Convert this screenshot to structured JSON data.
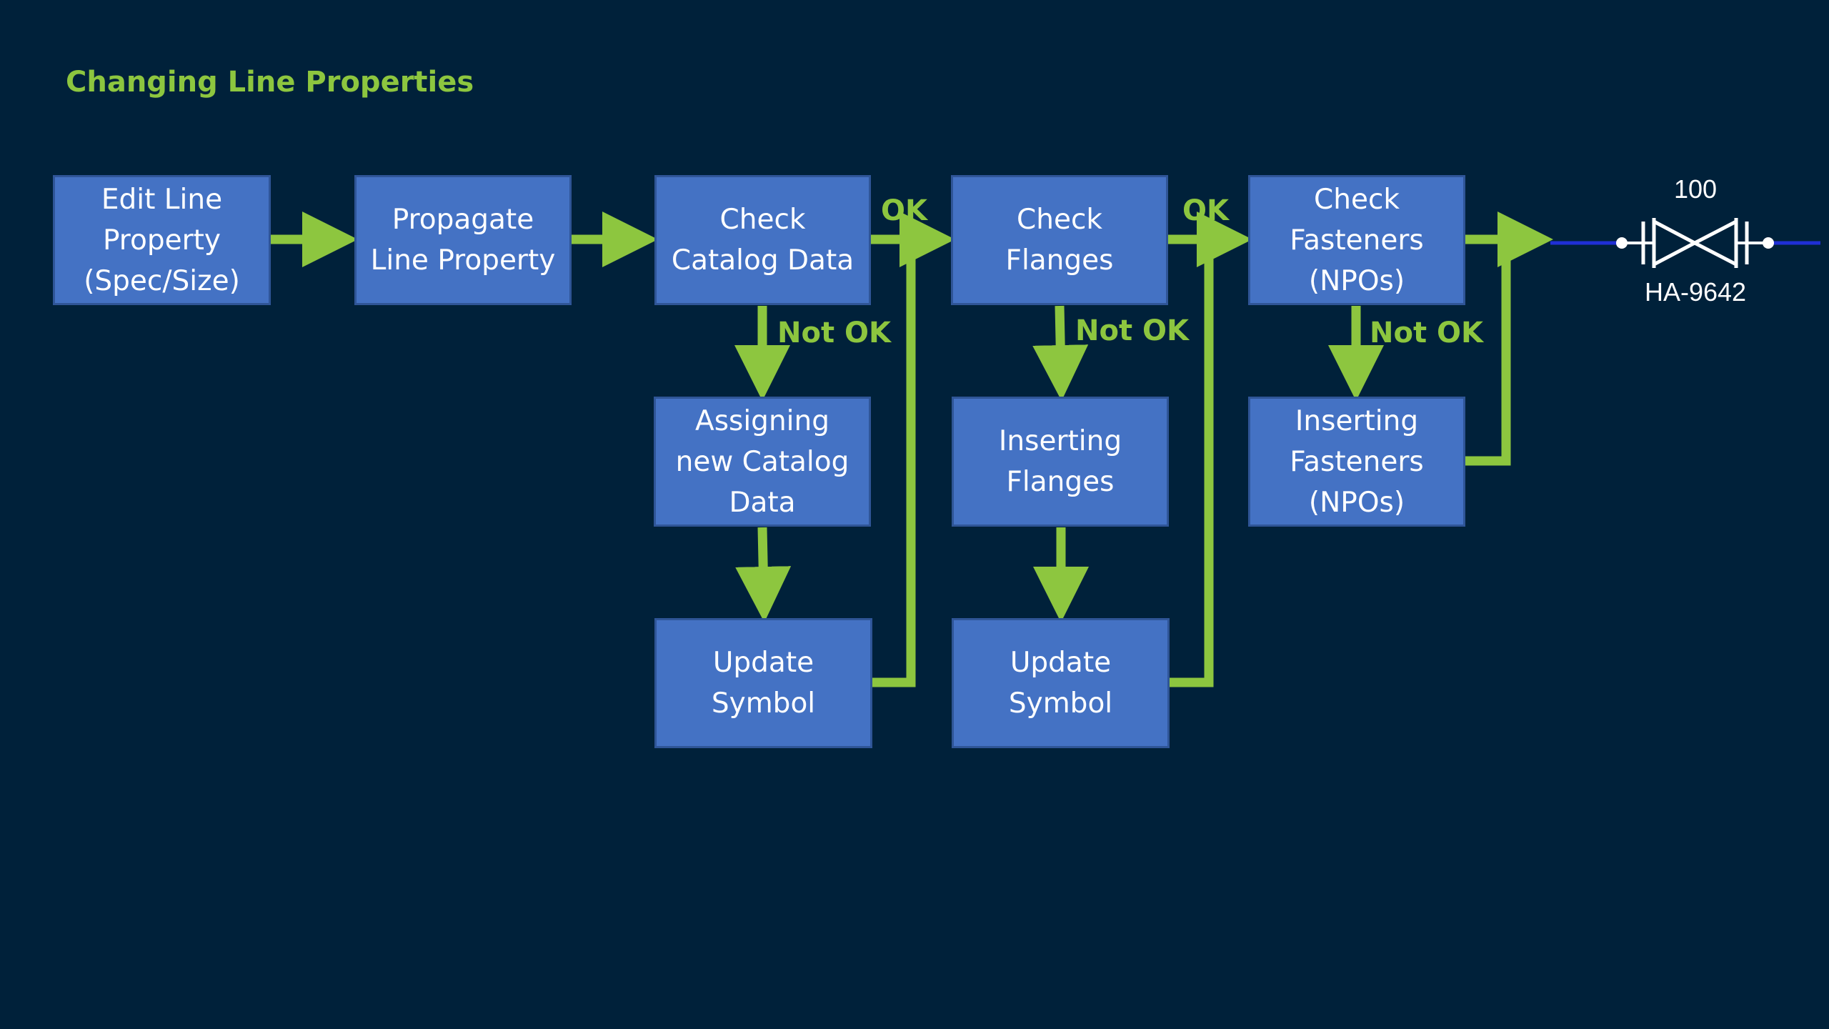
{
  "title": "Changing Line Properties",
  "boxes": {
    "edit_line_property": "Edit Line\nProperty\n(Spec/Size)",
    "propagate_line_property": "Propagate\nLine Property",
    "check_catalog_data": "Check\nCatalog Data",
    "assigning_new_catalog_data": "Assigning\nnew Catalog\nData",
    "update_symbol_1": "Update\nSymbol",
    "check_flanges": "Check\nFlanges",
    "inserting_flanges": "Inserting\nFlanges",
    "update_symbol_2": "Update\nSymbol",
    "check_fasteners": "Check\nFasteners\n(NPOs)",
    "inserting_fasteners": "Inserting\nFasteners\n(NPOs)"
  },
  "labels": {
    "ok_1": "OK",
    "ok_2": "OK",
    "not_ok_1": "Not OK",
    "not_ok_2": "Not OK",
    "not_ok_3": "Not OK"
  },
  "valve": {
    "size": "100",
    "tag": "HA-9642",
    "icon": "gate-valve-icon"
  },
  "colors": {
    "background": "#00213a",
    "box_fill": "#4472c4",
    "arrow": "#8dc63f",
    "pipe_line": "#1f2fd6"
  }
}
